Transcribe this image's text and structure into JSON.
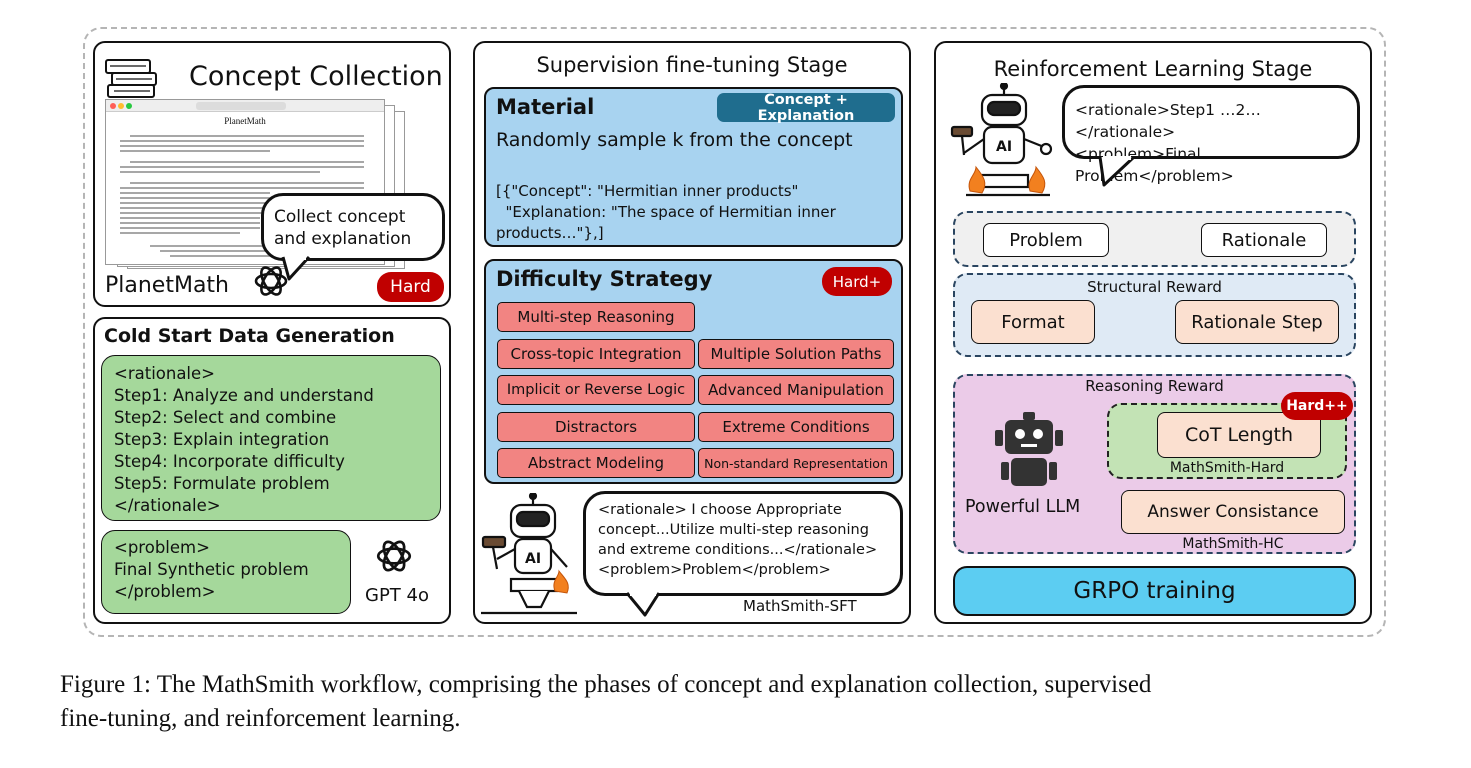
{
  "concept_panel": {
    "title": "Concept Collection",
    "page_title": "PlanetMath",
    "bubble": "Collect concept and explanation",
    "source_label": "PlanetMath",
    "badge": "Hard"
  },
  "cold_start": {
    "title": "Cold Start Data Generation",
    "rationale_lines": [
      "<rationale>",
      "Step1:  Analyze and understand",
      "Step2: Select and combine",
      "Step3: Explain integration",
      "Step4: Incorporate difficulty",
      "Step5: Formulate problem",
      "</rationale>"
    ],
    "problem_lines": [
      "<problem>",
      "Final Synthetic problem",
      "</problem>"
    ],
    "model_label": "GPT 4o"
  },
  "sft": {
    "title": "Supervision fine-tuning Stage",
    "material_title": "Material",
    "material_badge": "Concept + Explanation",
    "material_subtitle": "Randomly sample k from the concept",
    "material_lines": [
      "[{\"Concept\": \"Hermitian inner products\"",
      "  \"Explanation: \"The space of Hermitian inner",
      "products…\"},]"
    ],
    "strategy_title": "Difficulty Strategy",
    "strategy_badge": "Hard+",
    "strategies": [
      "Multi-step Reasoning",
      "Cross-topic Integration",
      "Multiple Solution Paths",
      "Implicit or Reverse Logic",
      "Advanced Manipulation",
      "Distractors",
      "Extreme Conditions",
      "Abstract Modeling",
      "Non-standard Representation"
    ],
    "bubble_lines": [
      "<rationale> I choose Appropriate",
      "concept...Utilize multi-step reasoning",
      "and extreme conditions...</rationale>",
      "<problem>Problem</problem>"
    ],
    "model_label": "MathSmith-SFT"
  },
  "rl": {
    "title": "Reinforcement Learning Stage",
    "bubble_lines": [
      "<rationale>Step1 …2…</rationale>",
      "<problem>Final Problem</problem>"
    ],
    "problem_label": "Problem",
    "rationale_label": "Rationale",
    "structural_title": "Structural Reward",
    "format_label": "Format",
    "rationale_step_label": "Rationale Step",
    "reasoning_title": "Reasoning Reward",
    "hard_badge": "Hard++",
    "cot_label": "CoT Length",
    "hard_model": "MathSmith-Hard",
    "llm_label": "Powerful LLM",
    "answer_label": "Answer Consistance",
    "hc_model": "MathSmith-HC",
    "grpo_label": "GRPO training"
  },
  "caption_lines": [
    "Figure 1:  The MathSmith workflow, comprising the phases of concept and explanation collection, supervised",
    "fine-tuning, and reinforcement learning."
  ]
}
